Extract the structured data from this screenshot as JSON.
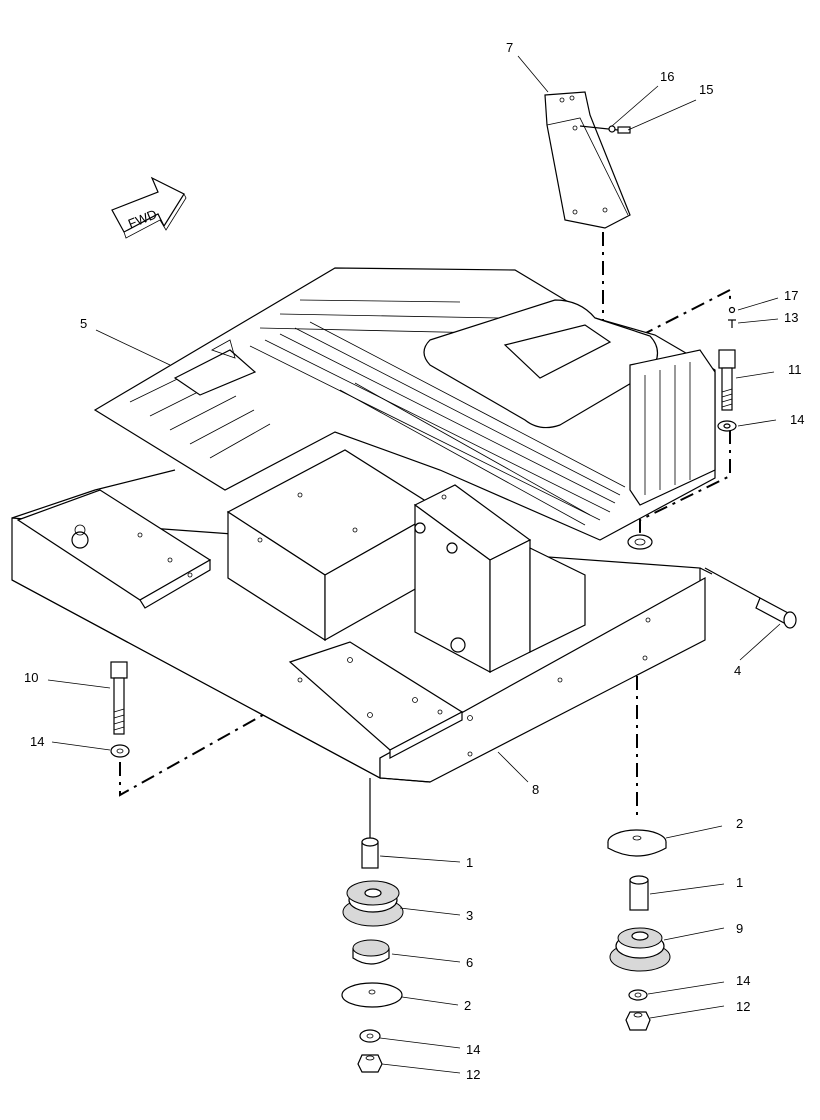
{
  "fwd_label": "FWD",
  "callouts": {
    "c7": "7",
    "c16": "16",
    "c15": "15",
    "c17": "17",
    "c13": "13",
    "c11": "11",
    "c14a": "14",
    "c5": "5",
    "c4": "4",
    "c10": "10",
    "c14b": "14",
    "c8": "8",
    "c1a": "1",
    "c3": "3",
    "c6": "6",
    "c2a": "2",
    "c14c": "14",
    "c12a": "12",
    "c2b": "2",
    "c1b": "1",
    "c9": "9",
    "c14d": "14",
    "c12b": "12"
  }
}
